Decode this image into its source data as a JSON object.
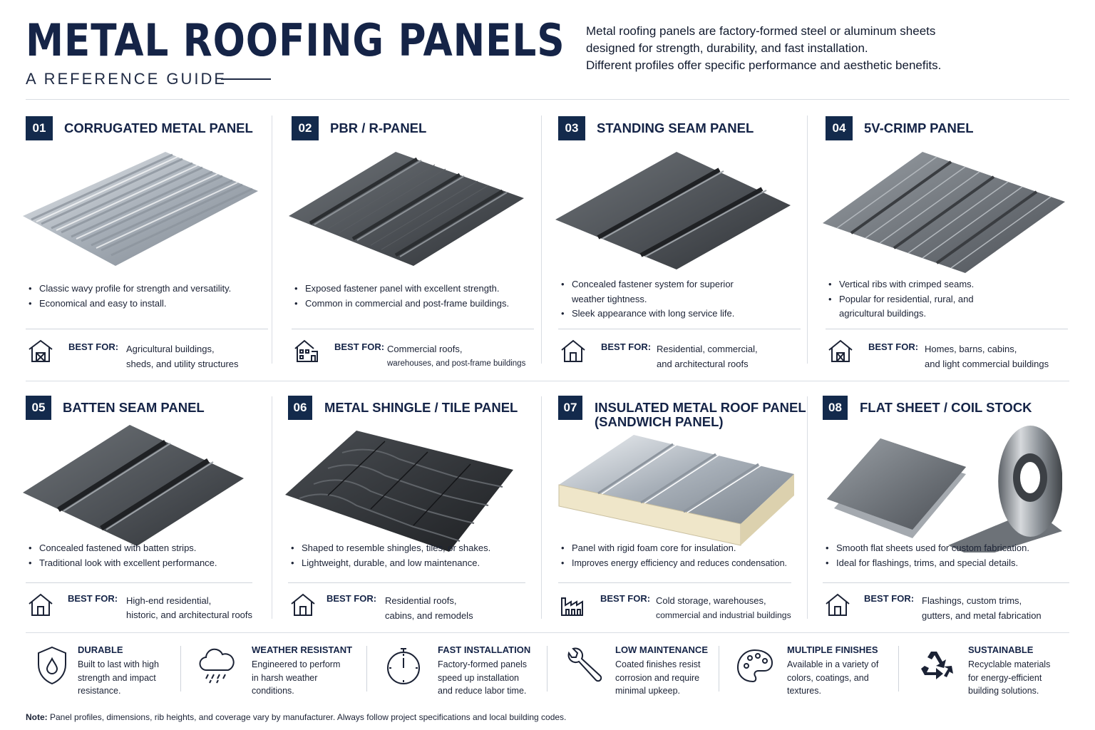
{
  "header": {
    "title": "METAL ROOFING PANELS",
    "subtitle": "A REFERENCE GUIDE",
    "intro": [
      "Metal roofing panels are factory-formed steel or aluminum sheets",
      "designed for strength, durability, and fast installation.",
      "Different profiles offer specific performance and aesthetic benefits."
    ]
  },
  "best_for_label": "BEST FOR:",
  "panels": [
    {
      "num": "01",
      "title": "CORRUGATED METAL PANEL",
      "bullets": [
        "Classic wavy profile for strength and versatility.",
        "Economical and easy to install."
      ],
      "best_for": [
        "Agricultural buildings,",
        "sheds, and utility structures"
      ],
      "icon": "barn-icon"
    },
    {
      "num": "02",
      "title": "PBR / R-PANEL",
      "bullets": [
        "Exposed fastener panel with excellent strength.",
        "Common in commercial and post-frame buildings."
      ],
      "best_for": [
        "Commercial roofs,",
        "warehouses, and post-frame buildings"
      ],
      "icon": "commercial-building-icon"
    },
    {
      "num": "03",
      "title": "STANDING SEAM PANEL",
      "bullets": [
        "Concealed fastener system for superior",
        "weather tightness.",
        "Sleek appearance with long service life."
      ],
      "best_for": [
        "Residential, commercial,",
        "and architectural roofs"
      ],
      "icon": "house-icon"
    },
    {
      "num": "04",
      "title": "5V-CRIMP PANEL",
      "bullets": [
        "Vertical ribs with crimped seams.",
        "Popular for residential, rural, and",
        "agricultural buildings."
      ],
      "best_for": [
        "Homes, barns, cabins,",
        "and light commercial buildings"
      ],
      "icon": "home-barn-icon"
    },
    {
      "num": "05",
      "title": "BATTEN SEAM PANEL",
      "bullets": [
        "Concealed fastened with batten strips.",
        "Traditional look with excellent performance."
      ],
      "best_for": [
        "High-end residential,",
        "historic, and architectural roofs"
      ],
      "icon": "house-icon"
    },
    {
      "num": "06",
      "title": "METAL SHINGLE / TILE PANEL",
      "bullets": [
        "Shaped to resemble shingles, tiles, or shakes.",
        "Lightweight, durable, and low maintenance."
      ],
      "best_for": [
        "Residential roofs,",
        "cabins, and remodels"
      ],
      "icon": "house-icon"
    },
    {
      "num": "07",
      "title": "INSULATED METAL ROOF PANEL",
      "title2": "(SANDWICH PANEL)",
      "bullets": [
        "Panel with rigid foam core for insulation.",
        "Improves energy efficiency and reduces condensation."
      ],
      "best_for": [
        "Cold storage, warehouses,",
        "commercial and industrial buildings"
      ],
      "icon": "factory-icon"
    },
    {
      "num": "08",
      "title": "FLAT SHEET / COIL STOCK",
      "bullets": [
        "Smooth flat sheets used for custom fabrication.",
        "Ideal for flashings, trims, and special details."
      ],
      "best_for": [
        "Flashings, custom trims,",
        "gutters, and metal fabrication"
      ],
      "icon": "house-icon"
    }
  ],
  "features": [
    {
      "title": "DURABLE",
      "text": [
        "Built to last with high",
        "strength and impact",
        "resistance."
      ],
      "icon": "shield-icon"
    },
    {
      "title": "WEATHER RESISTANT",
      "text": [
        "Engineered to perform",
        "in harsh weather",
        "conditions."
      ],
      "icon": "rain-cloud-icon"
    },
    {
      "title": "FAST INSTALLATION",
      "text": [
        "Factory-formed panels",
        "speed up installation",
        "and reduce labor time."
      ],
      "icon": "stopwatch-icon"
    },
    {
      "title": "LOW MAINTENANCE",
      "text": [
        "Coated finishes resist",
        "corrosion and require",
        "minimal upkeep."
      ],
      "icon": "wrench-icon"
    },
    {
      "title": "MULTIPLE FINISHES",
      "text": [
        "Available in a variety of",
        "colors, coatings, and",
        "textures."
      ],
      "icon": "palette-icon"
    },
    {
      "title": "SUSTAINABLE",
      "text": [
        "Recyclable materials",
        "for energy-efficient",
        "building solutions."
      ],
      "icon": "recycle-icon"
    }
  ],
  "note": {
    "label": "Note:",
    "text": " Panel profiles, dimensions, rib heights, and coverage vary by manufacturer. Always follow project specifications and local building codes."
  }
}
